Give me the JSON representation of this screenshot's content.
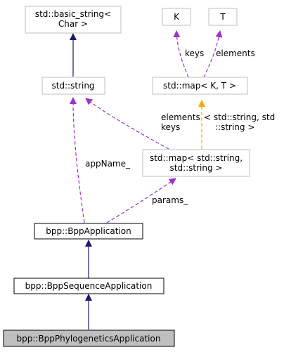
{
  "colors": {
    "node_border_gray": "#bfbfbf",
    "node_border_black": "#000000",
    "highlight_fill": "#bfbfbf",
    "inheritance_edge": "#191970",
    "usage_edge": "#9a32cd",
    "template_edge": "#ffa500",
    "background": "#ffffff"
  },
  "nodes": {
    "basic_string": {
      "line1": "std::basic_string<",
      "line2": "Char >"
    },
    "k": {
      "label": "K"
    },
    "t": {
      "label": "T"
    },
    "string": {
      "label": "std::string"
    },
    "map_kt": {
      "label": "std::map< K, T >"
    },
    "map_ss": {
      "line1": "std::map< std::string,",
      "line2": "std::string >"
    },
    "bpp_app": {
      "label": "bpp::BppApplication"
    },
    "bpp_seq_app": {
      "label": "bpp::BppSequenceApplication"
    },
    "bpp_phylo_app": {
      "label": "bpp::BppPhylogeneticsApplication"
    }
  },
  "edge_labels": {
    "keys": "keys",
    "elements": "elements",
    "elements_keys_line1": "elements",
    "elements_keys_line2": "keys",
    "template_args_line1": "< std::string, std",
    "template_args_line2": "::string >",
    "app_name": "appName_",
    "params": "params_"
  }
}
